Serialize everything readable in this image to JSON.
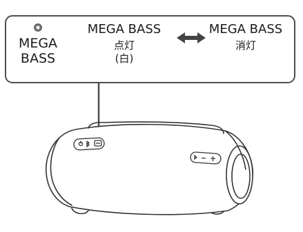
{
  "callout": {
    "button_label_line1": "MEGA",
    "button_label_line2": "BASS",
    "state_on_title": "MEGA BASS",
    "state_on_line1": "点灯",
    "state_on_line2": "(白)",
    "state_off_title": "MEGA BASS",
    "state_off_line1": "消灯"
  },
  "icons": {
    "indicator": "indicator-light-icon",
    "toggle": "double-arrow-icon"
  },
  "colors": {
    "line": "#4d4d4d",
    "outline": "#333333"
  }
}
